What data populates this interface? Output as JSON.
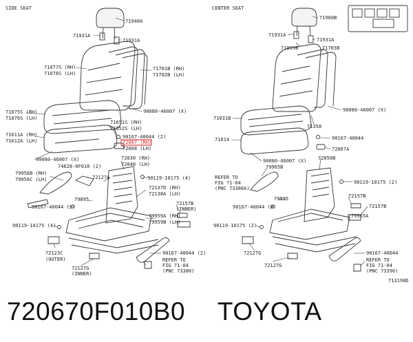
{
  "diagram": {
    "sections": {
      "left": "SIDE SEAT",
      "right": "CENTER SEAT"
    },
    "figure_id": "713190D",
    "left_labels": [
      "71940A",
      "71931A",
      "71931A",
      "71077S (RH)",
      "71078S (LH)",
      "71701B (RH)",
      "71702B (LH)",
      "90080-46007 (X)",
      "71075S (RH)",
      "71076S (LH)",
      "71651S (RH)",
      "71652S (LH)",
      "71611A (RH)",
      "71612A (LH)",
      "90167-40044 (2)",
      "72067 (RH)",
      "72068 (LH)",
      "90080-46007 (X)",
      "72030 (RH)",
      "72040 (LH)",
      "79956B (RH)",
      "79956C (LH)",
      "74628-0F010 (2)",
      "72127A",
      "90119-10175 (4)",
      "72137D (RH)",
      "72138A (LH)",
      "79895",
      "90167-40044 (2)",
      "72157B",
      "(INNER)",
      "79959A (RH)",
      "79959B (LH)",
      "90119-10175 (4)",
      "90167-40044 (2)",
      "72123C",
      "(OUTER)",
      "REFER TO",
      "FIG 71-04",
      "(PNC 73380)",
      "72127G",
      "(INNER)"
    ],
    "right_labels": [
      "71960B",
      "71931A",
      "71931A",
      "71095B",
      "71703B",
      "90080-46007 (X)",
      "71031B",
      "71358",
      "71614",
      "90167-40044",
      "72067A",
      "90080-46007 (X)",
      "72050B",
      "79965B",
      "REFER TO",
      "FIG 71-04",
      "(PNC 73380A)",
      "90119-10175 (2)",
      "72157B",
      "79895",
      "90167-40044 (2)",
      "72157B",
      "79965A",
      "90119-10175 (2)",
      "90167-40044",
      "REFER TO",
      "FIG 71-04",
      "(PNC 73390)",
      "72127G",
      "72127G"
    ]
  },
  "footer": {
    "part_number": "720670F010B0",
    "brand": "TOYOTA"
  }
}
